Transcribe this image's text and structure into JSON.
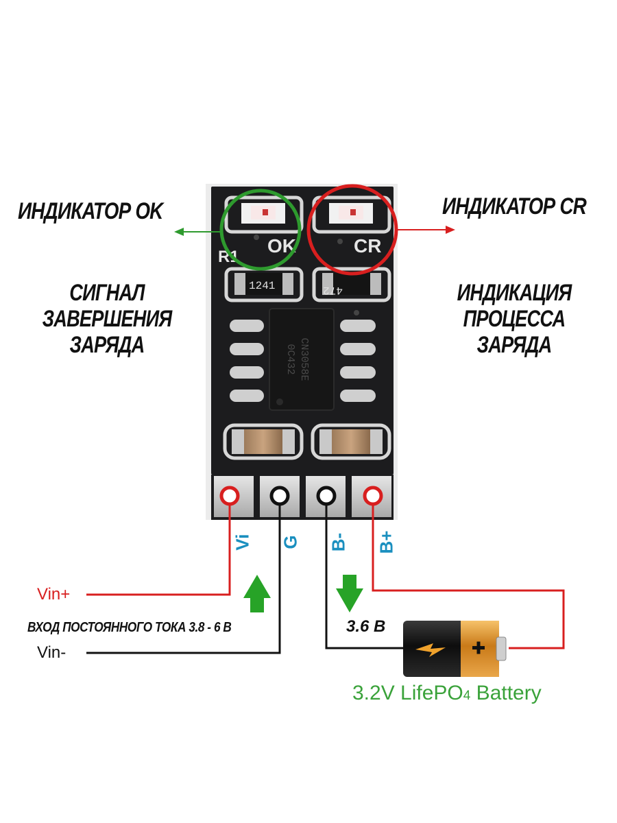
{
  "labels": {
    "ok_indicator_title": "ИНДИКАТОР OK",
    "cr_indicator_title": "ИНДИКАТОР CR",
    "ok_description": [
      "СИГНАЛ",
      "ЗАВЕРШЕНИЯ",
      "ЗАРЯДА"
    ],
    "cr_description": [
      "ИНДИКАЦИЯ",
      "ПРОЦЕССА",
      "ЗАРЯДА"
    ],
    "input_voltage": "ВХОД ПОСТОЯННОГО ТОКА 3.8 - 6 В",
    "battery_voltage": "3.6 В",
    "vin_plus": "Vin+",
    "vin_minus": "Vin-",
    "battery_name": "3.2V LifePO",
    "battery_name_sub": "4",
    "battery_name_tail": " Battery"
  },
  "board": {
    "led_ok_text": "OK",
    "led_cr_text": "CR",
    "r1_text": "R1",
    "resistor_left_code": "1241",
    "resistor_right_code": "472",
    "chip_line1": "CN3058E",
    "chip_line2": "0C432",
    "pins": [
      "Vi",
      "G",
      "B-",
      "B+"
    ]
  },
  "colors": {
    "ok_ring": "#2e9a2e",
    "cr_ring": "#d81f1f",
    "positive_wire": "#d81f1f",
    "negative_wire": "#111111",
    "arrow_green": "#27a327",
    "pin_label": "#1a8fbf",
    "battery_text": "#3aa23a",
    "pcb": "#1c1c1e"
  }
}
